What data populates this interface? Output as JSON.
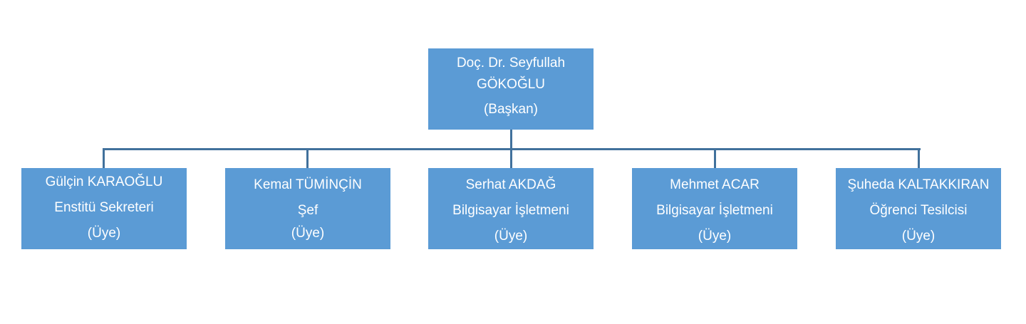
{
  "head": {
    "lines": [
      "Doç. Dr. Seyfullah",
      "GÖKOĞLU",
      "(Başkan)"
    ]
  },
  "members": [
    {
      "name": "Gülçin KARAOĞLU",
      "title": "Enstitü Sekreteri",
      "role": "(Üye)"
    },
    {
      "name": "Kemal TÜMİNÇİN",
      "title": "Şef",
      "role": "(Üye)"
    },
    {
      "name": "Serhat AKDAĞ",
      "title": "Bilgisayar İşletmeni",
      "role": "(Üye)"
    },
    {
      "name": "Mehmet ACAR",
      "title": "Bilgisayar İşletmeni",
      "role": "(Üye)"
    },
    {
      "name": "Şuheda KALTAKKIRAN",
      "title": "Öğrenci Tesilcisi",
      "role": "(Üye)"
    }
  ],
  "colors": {
    "box": "#5b9bd5",
    "connector": "#41719c"
  }
}
